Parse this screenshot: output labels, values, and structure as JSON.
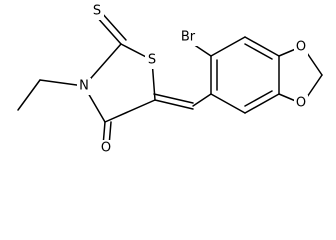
{
  "molecule": {
    "atoms": {
      "thione_s": "S",
      "ring_s": "S",
      "ring_n": "N",
      "carbonyl_o": "O",
      "bromine": "Br",
      "dioxole_o_upper": "O",
      "dioxole_o_lower": "O"
    }
  }
}
